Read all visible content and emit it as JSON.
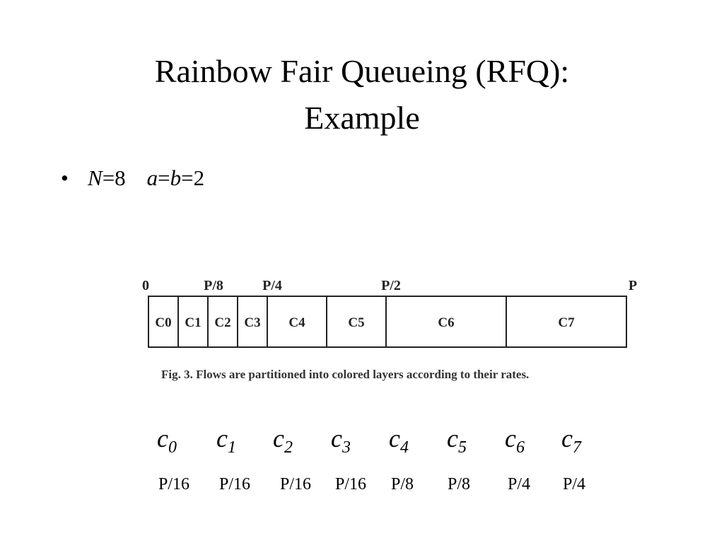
{
  "slide": {
    "title_line1": "Rainbow Fair Queueing (RFQ):",
    "title_line2": "Example",
    "bullet": {
      "symbol": "•",
      "n_var": "N",
      "n_value": "=8",
      "a_var": "a",
      "eq": "=",
      "b_var": "b",
      "ab_value": "=2"
    }
  },
  "figure": {
    "scale_labels": [
      "0",
      "P/8",
      "P/4",
      "P/2",
      "P"
    ],
    "layers": [
      "C0",
      "C1",
      "C2",
      "C3",
      "C4",
      "C5",
      "C6",
      "C7"
    ],
    "caption": "Fig. 3.  Flows are partitioned into colored layers according to their rates."
  },
  "flows": [
    {
      "var": "c",
      "sub": "0",
      "rate": "P/16"
    },
    {
      "var": "c",
      "sub": "1",
      "rate": "P/16"
    },
    {
      "var": "c",
      "sub": "2",
      "rate": "P/16"
    },
    {
      "var": "c",
      "sub": "3",
      "rate": "P/16"
    },
    {
      "var": "c",
      "sub": "4",
      "rate": "P/8"
    },
    {
      "var": "c",
      "sub": "5",
      "rate": "P/8"
    },
    {
      "var": "c",
      "sub": "6",
      "rate": "P/4"
    },
    {
      "var": "c",
      "sub": "7",
      "rate": "P/4"
    }
  ]
}
